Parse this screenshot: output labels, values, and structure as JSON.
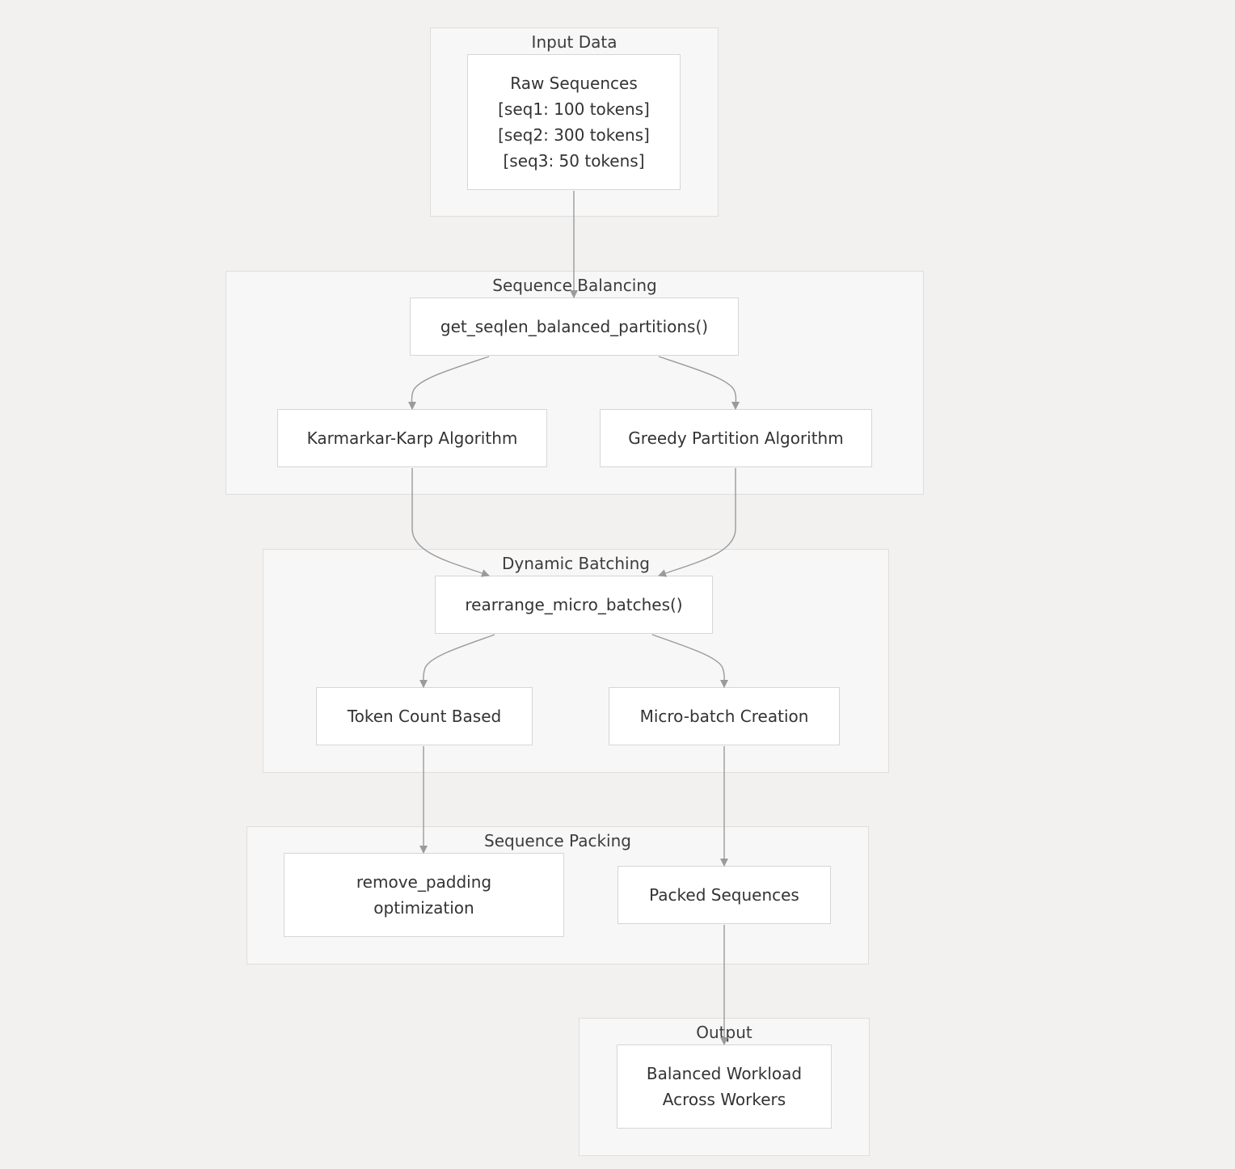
{
  "diagram": {
    "edge_color": "#9a9a9a",
    "clusters": {
      "input_data": {
        "title": "Input Data"
      },
      "sequence_balancing": {
        "title": "Sequence Balancing"
      },
      "dynamic_batching": {
        "title": "Dynamic Batching"
      },
      "sequence_packing": {
        "title": "Sequence Packing"
      },
      "output": {
        "title": "Output"
      }
    },
    "nodes": {
      "raw_sequences": {
        "lines": [
          "Raw Sequences",
          "[seq1: 100 tokens]",
          "[seq2: 300 tokens]",
          "[seq3: 50 tokens]"
        ]
      },
      "get_seqlen": {
        "lines": [
          "get_seqlen_balanced_partitions()"
        ]
      },
      "karmarkar_karp": {
        "lines": [
          "Karmarkar-Karp Algorithm"
        ]
      },
      "greedy_partition": {
        "lines": [
          "Greedy Partition Algorithm"
        ]
      },
      "rearrange": {
        "lines": [
          "rearrange_micro_batches()"
        ]
      },
      "token_count": {
        "lines": [
          "Token Count Based"
        ]
      },
      "micro_batch": {
        "lines": [
          "Micro-batch Creation"
        ]
      },
      "remove_padding": {
        "lines": [
          "remove_padding",
          "optimization"
        ]
      },
      "packed_sequences": {
        "lines": [
          "Packed Sequences"
        ]
      },
      "balanced_workload": {
        "lines": [
          "Balanced Workload",
          "Across Workers"
        ]
      }
    },
    "edges": [
      {
        "from": "raw_sequences",
        "to": "get_seqlen"
      },
      {
        "from": "get_seqlen",
        "to": "karmarkar_karp"
      },
      {
        "from": "get_seqlen",
        "to": "greedy_partition"
      },
      {
        "from": "karmarkar_karp",
        "to": "rearrange"
      },
      {
        "from": "greedy_partition",
        "to": "rearrange"
      },
      {
        "from": "rearrange",
        "to": "token_count"
      },
      {
        "from": "rearrange",
        "to": "micro_batch"
      },
      {
        "from": "token_count",
        "to": "remove_padding"
      },
      {
        "from": "micro_batch",
        "to": "packed_sequences"
      },
      {
        "from": "packed_sequences",
        "to": "balanced_workload"
      }
    ]
  }
}
